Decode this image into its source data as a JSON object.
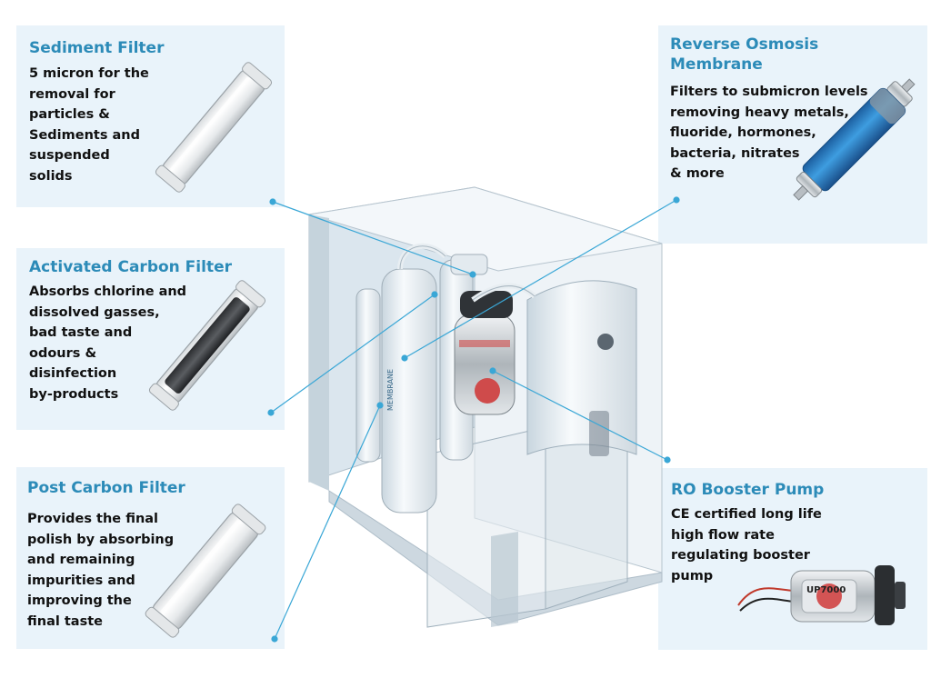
{
  "panels": {
    "sediment": {
      "title": "Sediment Filter",
      "lines": [
        "5 micron for the",
        "removal for",
        "particles &",
        "Sediments and",
        "suspended",
        "solids"
      ],
      "icon": "sediment-cartridge-icon"
    },
    "carbon": {
      "title": "Activated Carbon Filter",
      "lines": [
        "Absorbs chlorine and",
        "dissolved gasses,",
        "bad taste and",
        "odours &",
        "disinfection",
        "by-products"
      ],
      "icon": "carbon-cartridge-icon"
    },
    "post": {
      "title": "Post Carbon Filter",
      "lines": [
        "Provides the final",
        "polish by absorbing",
        "and remaining",
        "impurities and",
        "improving the",
        "final taste"
      ],
      "icon": "post-carbon-cartridge-icon"
    },
    "ro": {
      "title_lines": [
        "Reverse Osmosis",
        "Membrane"
      ],
      "lines": [
        "Filters to submicron levels",
        "removing heavy metals,",
        "fluoride, hormones,",
        "bacteria, nitrates",
        "& more"
      ],
      "icon": "ro-membrane-icon"
    },
    "pump": {
      "title": "RO Booster Pump",
      "lines": [
        "CE certified long life",
        "high flow rate",
        "regulating booster",
        "pump"
      ],
      "icon": "booster-pump-icon"
    }
  },
  "device": {
    "membrane_label": "MEMBRANE",
    "pump_label": "UP7000"
  },
  "colors": {
    "panel_bg": "#e9f3fa",
    "title": "#2c8bb8",
    "text": "#111111",
    "leader": "#3aa7d6",
    "ro_blue": "#2e86c9"
  }
}
